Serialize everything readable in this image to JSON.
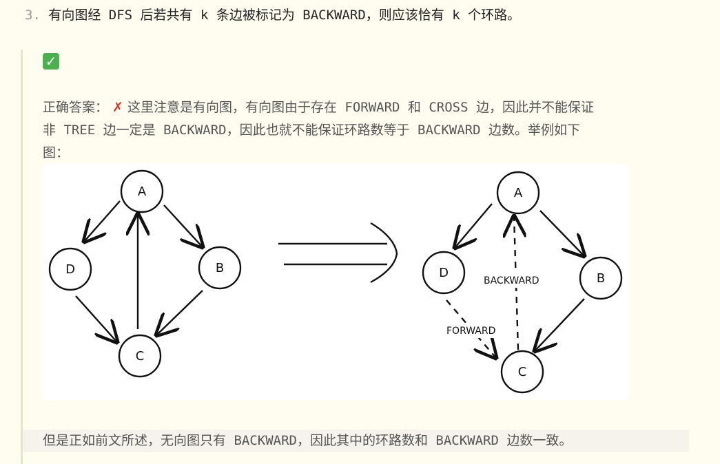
{
  "question": {
    "number": "3.",
    "text": "有向图经 DFS 后若共有 k 条边被标记为 BACKWARD，则应该恰有 k 个环路。"
  },
  "check_icon": "✓",
  "answer": {
    "label": "正确答案：",
    "cross_icon": "✗",
    "line1": "这里注意是有向图，有向图由于存在 FORWARD 和 CROSS 边，因此并不能保证",
    "line2": "非 TREE 边一定是 BACKWARD，因此也就不能保证环路数等于 BACKWARD 边数。举例如下",
    "line3": "图："
  },
  "figure": {
    "left_nodes": {
      "A": "A",
      "B": "B",
      "C": "C",
      "D": "D"
    },
    "right_nodes": {
      "A": "A",
      "B": "B",
      "C": "C",
      "D": "D"
    },
    "backward_label": "BACKWARD",
    "forward_label": "FORWARD"
  },
  "footer_text": "但是正如前文所述，无向图只有 BACKWARD，因此其中的环路数和 BACKWARD 边数一致。"
}
